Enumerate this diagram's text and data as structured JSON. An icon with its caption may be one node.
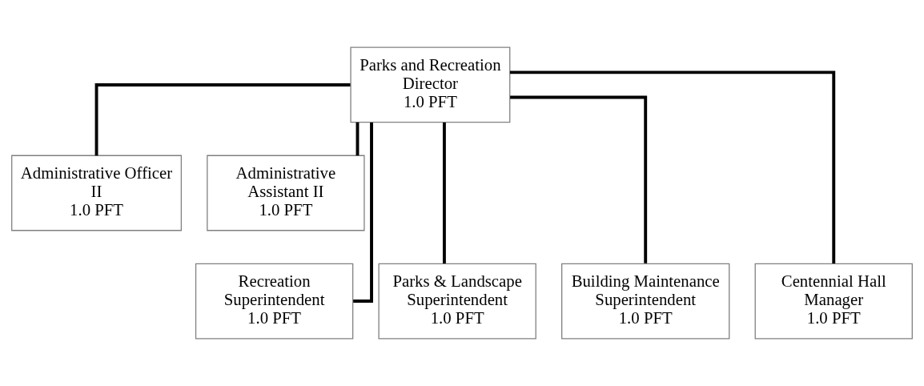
{
  "diagram": {
    "nodes": [
      {
        "text": [
          "Parks and Recreation Director",
          "1.0 PFT"
        ]
      },
      {
        "text": [
          "Administrative Officer II",
          "1.0 PFT"
        ]
      },
      {
        "text": [
          "Administrative Assistant II",
          "1.0 PFT"
        ]
      },
      {
        "text": [
          "Recreation Superintendent",
          "1.0 PFT"
        ]
      },
      {
        "text": [
          "Parks & Landscape Superintendent",
          "1.0 PFT"
        ]
      },
      {
        "text": [
          "Building Maintenance Superintendent",
          "1.0 PFT"
        ]
      },
      {
        "text": [
          "Centennial Hall Manager",
          "1.0 PFT"
        ]
      }
    ],
    "edges": [
      {
        "from": 0,
        "to": 1,
        "arrow": "none"
      },
      {
        "from": 0,
        "to": 2,
        "arrow": "none"
      },
      {
        "from": 0,
        "to": 3,
        "arrow": "none"
      },
      {
        "from": 0,
        "to": 4,
        "arrow": "none"
      },
      {
        "from": 0,
        "to": 5,
        "arrow": "none"
      },
      {
        "from": 0,
        "to": 6,
        "arrow": "none"
      }
    ]
  }
}
